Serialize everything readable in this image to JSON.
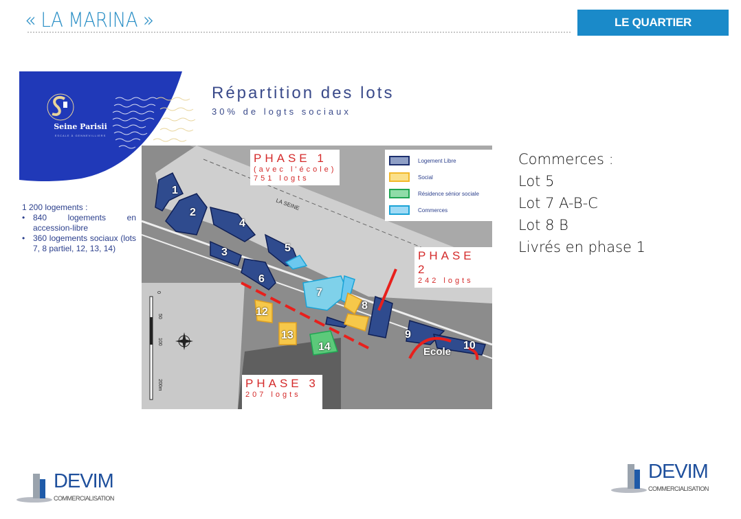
{
  "header": {
    "title": "« LA MARINA »",
    "section": "LE QUARTIER"
  },
  "brand": {
    "name": "Seine Parisii",
    "tagline": "ESCALE À GENNEVILLIERS",
    "monogram": "S'P"
  },
  "stats": {
    "intro": "1 200 logements :",
    "items": [
      "840 logements en accession-libre",
      "360 logements sociaux (lots 7, 8 partiel, 12, 13, 14)"
    ]
  },
  "map": {
    "title": "Répartition des lots",
    "subtitle": "30% de logts sociaux",
    "phases": [
      {
        "label": "PHASE 1",
        "note": "(avec l'école)",
        "count": "751 logts"
      },
      {
        "label": "PHASE 2",
        "count": "242 logts"
      },
      {
        "label": "PHASE 3",
        "count": "207 logts"
      }
    ],
    "legend": [
      {
        "label": "Logement Libre",
        "fill": "#8f9fc6",
        "border": "#1c2e6e"
      },
      {
        "label": "Social",
        "fill": "#fbe08a",
        "border": "#f2b82b"
      },
      {
        "label": "Résidence sénior sociale",
        "fill": "#8fdca8",
        "border": "#1fa552"
      },
      {
        "label": "Commerces",
        "fill": "#9fdaf5",
        "border": "#1aa3d6"
      }
    ],
    "lots": [
      "1",
      "2",
      "3",
      "4",
      "5",
      "6",
      "7",
      "8",
      "9",
      "10",
      "12",
      "13",
      "14"
    ],
    "school": "Ecole",
    "river": "LA SEINE",
    "scale": [
      "0",
      "50",
      "100",
      "200m"
    ]
  },
  "commerces": {
    "lines": [
      "Commerces :",
      "Lot 5",
      "Lot 7 A-B-C",
      "Lot 8 B",
      "Livrés en phase 1"
    ]
  },
  "footer": {
    "logo_name": "DEVIM",
    "logo_sub": "COMMERCIALISATION"
  }
}
